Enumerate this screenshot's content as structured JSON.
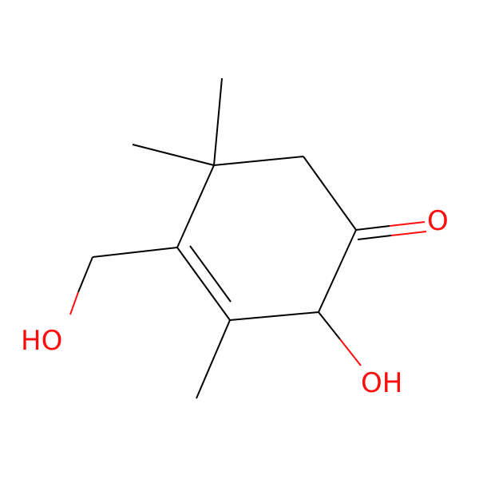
{
  "molecule": {
    "atom_labels": {
      "carbonyl_oxygen": "O",
      "ring_hydroxyl": "OH",
      "hydroxymethyl": "HO"
    },
    "colors": {
      "bond": "#000000",
      "oxygen": "#ff0d0d",
      "background": "#ffffff"
    }
  }
}
